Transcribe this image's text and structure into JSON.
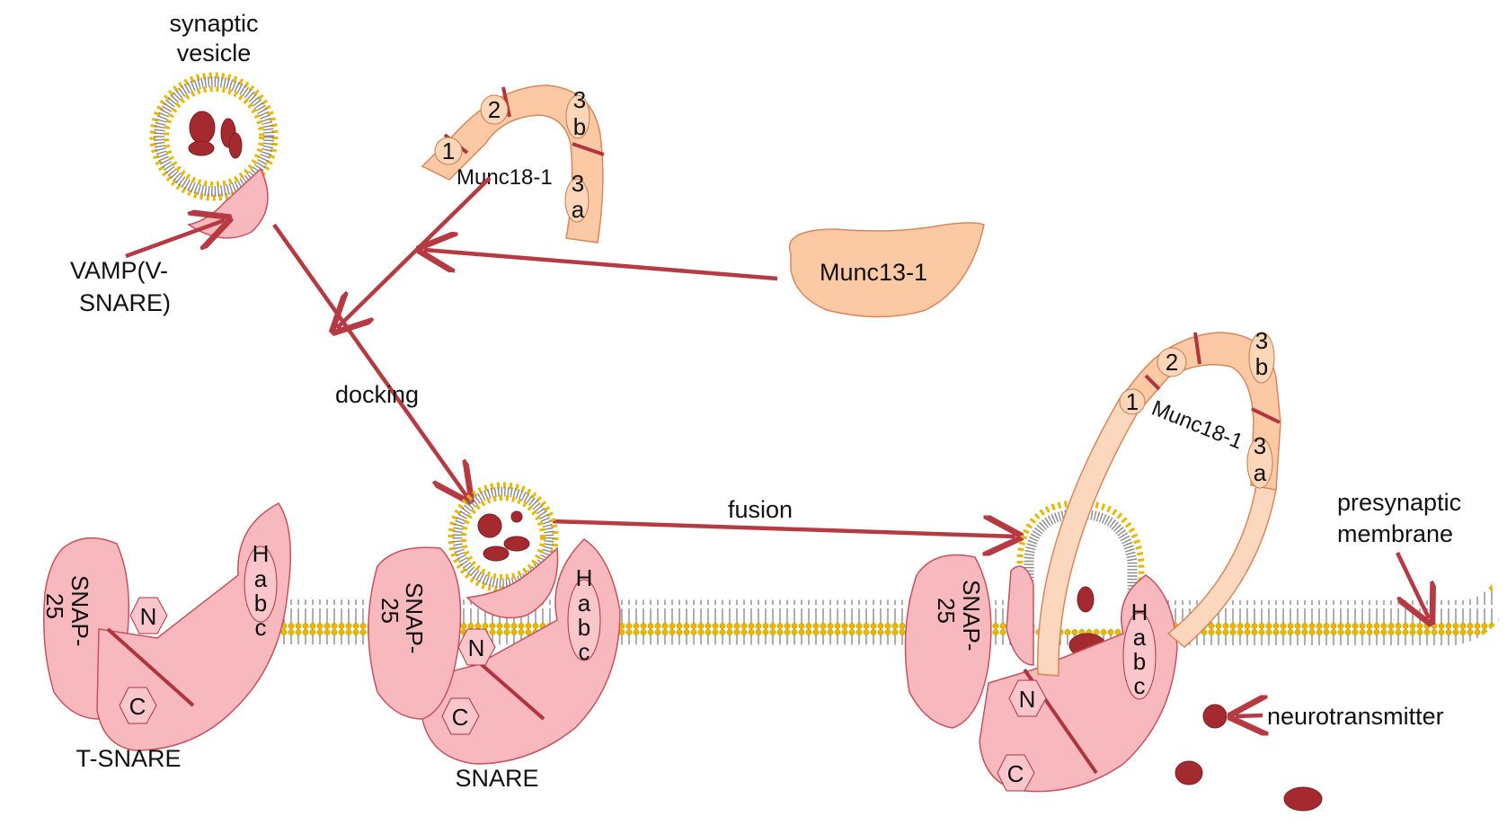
{
  "labels": {
    "synaptic_vesicle_line1": "synaptic",
    "synaptic_vesicle_line2": "vesicle",
    "vamp_line1": "VAMP(V-",
    "vamp_line2": "SNARE)",
    "docking": "docking",
    "fusion": "fusion",
    "munc13": "Munc13-1",
    "munc18_top": "Munc18-1",
    "munc18_right": "Munc18-1",
    "t_snare": "T-SNARE",
    "snare": "SNARE",
    "presynaptic_line1": "presynaptic",
    "presynaptic_line2": "membrane",
    "neurotransmitter": "neurotransmitter",
    "snap25_line1": "SNAP-",
    "snap25_line2": "25"
  },
  "domains": {
    "n": "N",
    "c": "C",
    "h": "H",
    "a": "a",
    "b": "b",
    "c_small": "c",
    "one": "1",
    "two": "2",
    "three": "3"
  },
  "colors": {
    "arrow": "#b63a42",
    "snare_fill": "#f7b8be",
    "munc_fill": "#fbc9a3",
    "lipid_head": "#e8b800",
    "neurotransmitter": "#a42a30"
  }
}
